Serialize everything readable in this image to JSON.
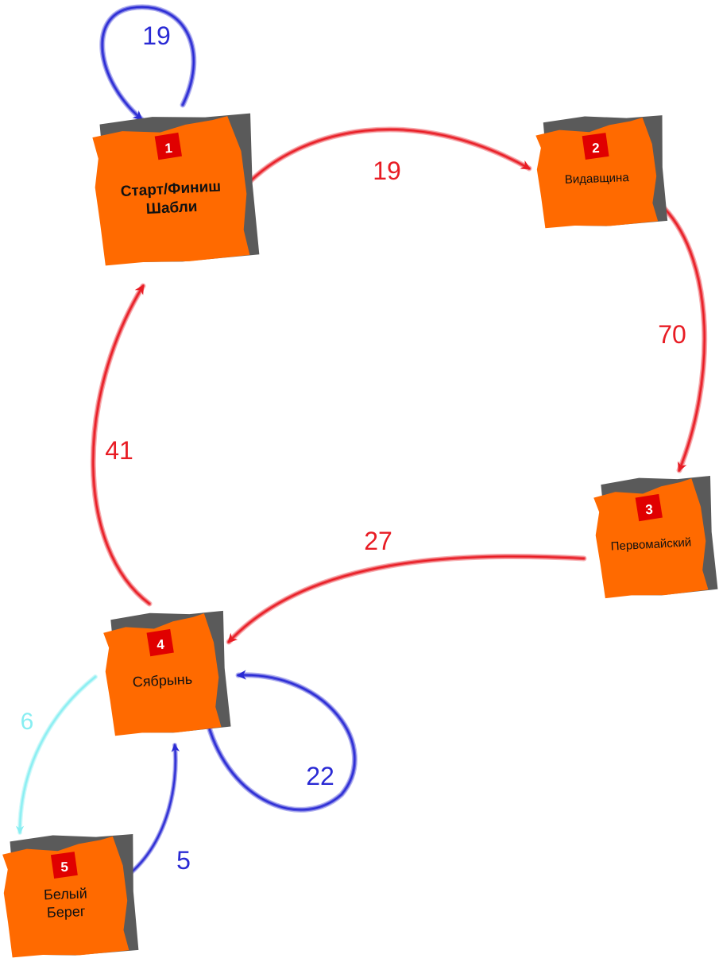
{
  "colors": {
    "node_fill": "#ff6a00",
    "node_shadow": "#5a5a5a",
    "badge": "#e00000",
    "main_route": "#e81c24",
    "loop": "#2a2ad4",
    "branch": "#88eef2"
  },
  "nodes": [
    {
      "id": "n1",
      "badge": "1",
      "lines": [
        "Старт/Финиш",
        "Шабли"
      ]
    },
    {
      "id": "n2",
      "badge": "2",
      "lines": [
        "Видавщина"
      ]
    },
    {
      "id": "n3",
      "badge": "3",
      "lines": [
        "Первомайский"
      ]
    },
    {
      "id": "n4",
      "badge": "4",
      "lines": [
        "Сябрынь"
      ]
    },
    {
      "id": "n5",
      "badge": "5",
      "lines": [
        "Белый",
        "Берег"
      ]
    }
  ],
  "edges": [
    {
      "id": "loop-1",
      "from": "1",
      "to": "1",
      "label": "19",
      "color": "loop"
    },
    {
      "id": "e-1-2",
      "from": "1",
      "to": "2",
      "label": "19",
      "color": "main_route"
    },
    {
      "id": "e-2-3",
      "from": "2",
      "to": "3",
      "label": "70",
      "color": "main_route"
    },
    {
      "id": "e-3-4",
      "from": "3",
      "to": "4",
      "label": "27",
      "color": "main_route"
    },
    {
      "id": "e-4-1",
      "from": "4",
      "to": "1",
      "label": "41",
      "color": "main_route"
    },
    {
      "id": "loop-4",
      "from": "4",
      "to": "4",
      "label": "22",
      "color": "loop"
    },
    {
      "id": "e-4-5",
      "from": "4",
      "to": "5",
      "label": "6",
      "color": "branch"
    },
    {
      "id": "e-5-4",
      "from": "5",
      "to": "4",
      "label": "5",
      "color": "loop"
    }
  ]
}
